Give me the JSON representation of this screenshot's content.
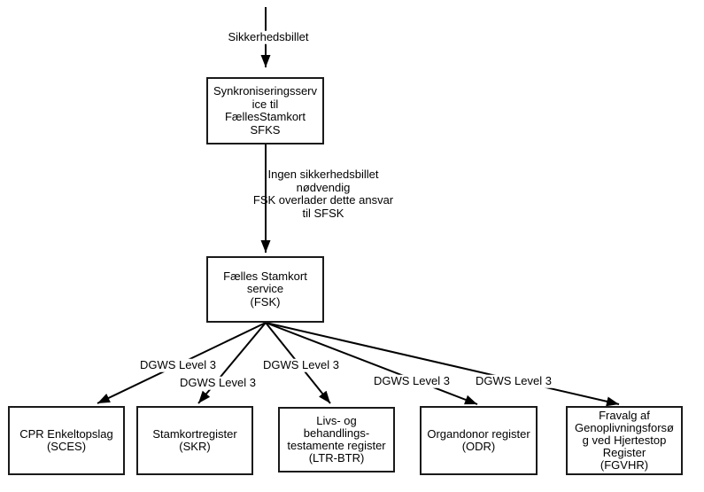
{
  "diagram": {
    "title": "FSK service architecture flowchart",
    "colors": {
      "background": "#ffffff",
      "node_border": "#1a1a1a",
      "connector": "#000000",
      "text": "#000000"
    },
    "nodes": {
      "sfks": {
        "label": "Synkroniseringsserv\nice til\nFællesStamkort\nSFKS"
      },
      "fsk": {
        "label": "Fælles Stamkort\nservice\n(FSK)"
      },
      "sces": {
        "label": "CPR Enkeltopslag\n(SCES)"
      },
      "skr": {
        "label": "Stamkortregister\n(SKR)"
      },
      "ltr": {
        "label": "Livs- og\nbehandlings-\ntestamente register\n(LTR-BTR)"
      },
      "odr": {
        "label": "Organdonor register\n(ODR)"
      },
      "fgvhr": {
        "label": "Fravalg af\nGenoplivningsforsø\ng ved Hjertestop\nRegister\n(FGVHR)"
      }
    },
    "edge_labels": {
      "sikkerhedsbillet": "Sikkerhedsbillet",
      "note": "Ingen sikkerhedsbillet\nnødvendig\nFSK overlader dette ansvar\ntil SFSK",
      "dgws": [
        "DGWS Level 3",
        "DGWS Level 3",
        "DGWS Level 3",
        "DGWS Level 3",
        "DGWS Level 3"
      ]
    }
  }
}
